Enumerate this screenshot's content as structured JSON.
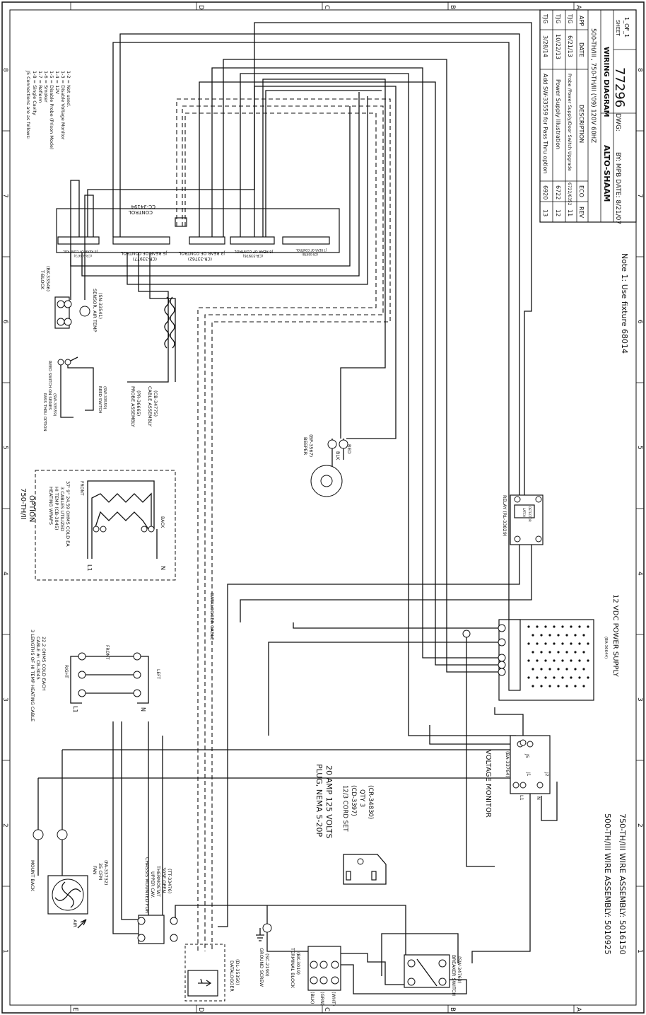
{
  "border": {
    "top_letters": [
      "D",
      "C",
      "B",
      "A"
    ],
    "bottom_letters": [
      "E",
      "D",
      "C",
      "B",
      "A"
    ],
    "left_numbers": [
      "8",
      "7",
      "6",
      "5",
      "4",
      "3",
      "2",
      "1"
    ],
    "right_numbers": [
      "8",
      "7",
      "6",
      "5",
      "4",
      "3",
      "2",
      "1"
    ]
  },
  "title_block": {
    "revisions": [
      {
        "rev": "13",
        "eco": "6920",
        "description": "Add SW-33559 for Pass Thru option",
        "date": "3/28/14",
        "app": "TJG"
      },
      {
        "rev": "12",
        "eco": "6722",
        "description": "Power Supply Illustration",
        "date": "10/22/13",
        "app": "TJG"
      },
      {
        "rev": "11",
        "eco": "6722/6352",
        "description": "Probe /Power Supply/Door Switch Upgrade",
        "date": "6/21/13",
        "app": "TJG"
      }
    ],
    "headers": {
      "rev": "REV",
      "eco": "ECO",
      "description": "DESCRIPTION",
      "date": "DATE",
      "app": "APP"
    },
    "model": "500-TH/III , 750-TH/III    ('09) 120V 60HZ",
    "company": "ALTO-SHAAM",
    "title": "WIRING DIAGRAM",
    "by": "BY: MPB DATE: 8/21/07",
    "dwg_label": "DWG:",
    "dwg_number": "77296",
    "sheet_label": "SHEET",
    "sheet": "1_OF_1"
  },
  "notes": {
    "note1": "Note 1: Use fixture 68014",
    "wire_assembly_500": "500-TH/III WIRE ASSEMBLY: 5010925",
    "wire_assembly_750": "750-TH/III WIRE ASSEMBLY: 5016150"
  },
  "j5_legend": {
    "title": "J5 Connections are as follows:",
    "lines": [
      "1-8 = Single Cavity",
      "1-7 = Reflerm",
      "1-6 = Smoker",
      "1-5 = Disable Probe (Prison Mode)",
      "1-4 = 12V",
      "1-3 = Disable Voltage Monitor",
      "1-2 = Not used."
    ]
  },
  "control": {
    "label": "CONTROL",
    "part": "CC-34194",
    "j4": "J4 REAR OF CONTROL",
    "j4_part": "(CR-33973)",
    "j5": "J5 REAR OF CONTROL",
    "j5_part": "(CR-33977)",
    "j3": "J3 REAR OF CONTROL",
    "j3_part": "(CR-33762)",
    "j6": "J6 REAR OF CONTROL",
    "j6_part": "(CR-33976)",
    "j7": "J7 REAR OF CONTROL",
    "j7_part": "(CR-33978)"
  },
  "components": {
    "tblock": "T-BLOCK",
    "tblock_part": "(BK-33546)",
    "sensor": "SENSOR, AIR TEMP",
    "sensor_part": "(SN-33541)",
    "pass_thru": "PASS THRU OPTION",
    "reed_series": "REED SWITCH ON SERIES",
    "reed_series_part": "(SW-33559)",
    "reed_switch": "REED SWITCH",
    "reed_switch_part": "(SW-33559)",
    "probe": "PROBE ASSEMBLY",
    "probe_part": "(PR-36665)",
    "cable": "CABLE ASSEMBLY",
    "cable_part": "(CB-34775)",
    "beeper": "BEEPER",
    "beeper_part": "(BP-3567)",
    "beeper_red": "RED",
    "beeper_blk": "BLK",
    "relay": "RELAY (RL-33829)",
    "relay_latch": "LATCH",
    "relay_detector": "DETECTOR",
    "power_supply": "12 VDC POWER SUPPLY",
    "power_supply_part": "(BA-36644)",
    "voltage_monitor": "VOLTAGE MONITOR",
    "voltage_monitor_part": "(BA-33764)",
    "breaker": "BREAKER SWITCH",
    "breaker_part": "(SW-34763)",
    "terminal_block": "TERMINAL BLOCK",
    "terminal_block_part": "(BK-3019)",
    "blk": "(BLK)",
    "grn": "(GRN)",
    "wht": "(WHT)",
    "ground_screw": "GROUND SCREW",
    "ground_screw_part": "(SC-2190)",
    "datalogger": "DATALOGGER",
    "datalogger_part": "(DL-35350)",
    "datalogger_cable": "DATALOGGER CABLE",
    "chassis": "CHASSIS MOUNTED FOR",
    "chassis2": "UPPER CAV.",
    "thermostat": "THERMOSTAT",
    "thermostat2": "305F OPEN",
    "thermostat_part": "(TT-33476)",
    "fan": "FAN",
    "fan_cfm": "35 CFM",
    "fan_part": "(FA-33732)",
    "mount": "MOUNT BACK",
    "air": "AIR",
    "plug": "PLUG, NEMA 5-20P",
    "plug2": "20 AMP 125 VOLTS",
    "cord": "12/3 CORD SET",
    "cord_part": "(CD-3397)",
    "cord_qty": "QTY 3",
    "cord_part2": "(CR-34830)",
    "heating_cable": "3 LENGTHS OF HI TEMP HEATING CABLE",
    "heating_cable2": "CABLE #: CB-3045",
    "heating_cable3": "22.2 OHMS COLD EACH",
    "front": "FRONT",
    "right": "RIGHT",
    "left": "LEFT",
    "option_title": "750-TH/II",
    "option_sub": "OPTION",
    "heating_wraps": "HEATING WRAPS",
    "hi_temp": "HI TEMP (CB-3045)",
    "cables_used": "3 CABLES UTILIZED",
    "ohms": "37' 9\" 24.59 OHMS COLD EA",
    "back": "BACK",
    "l1": "L1",
    "n": "N",
    "j1": "J1",
    "j2": "J2",
    "j5": "J5"
  }
}
